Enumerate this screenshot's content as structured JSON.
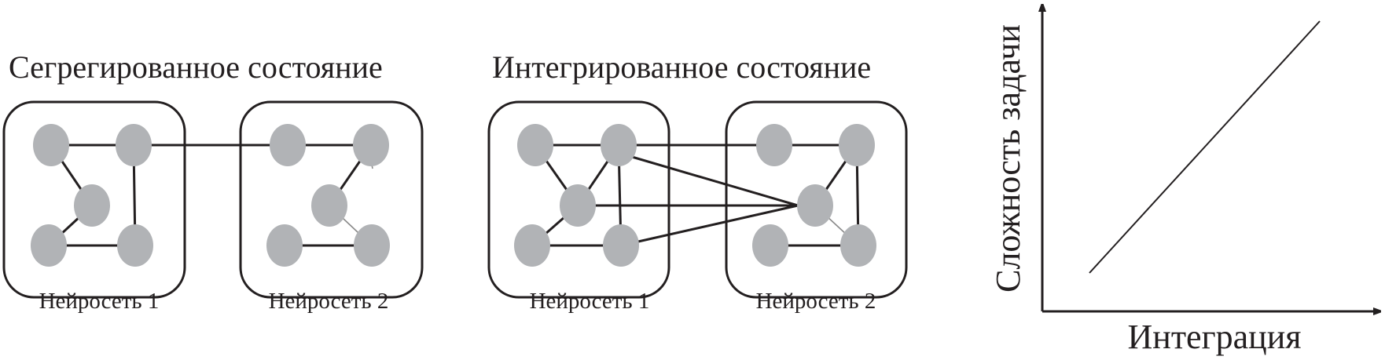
{
  "panels": [
    {
      "title": "Сегрегированное состояние",
      "network_labels": [
        "Нейросеть 1",
        "Нейросеть 2"
      ]
    },
    {
      "title": "Интегрированное состояние",
      "network_labels": [
        "Нейросеть 1",
        "Нейросеть 2"
      ]
    }
  ],
  "graph": {
    "x_label": "Интеграция",
    "y_label": "Сложность задачи",
    "relation": "linear-increasing"
  },
  "colors": {
    "node": "#b1b3b6",
    "line": "#231f20"
  }
}
